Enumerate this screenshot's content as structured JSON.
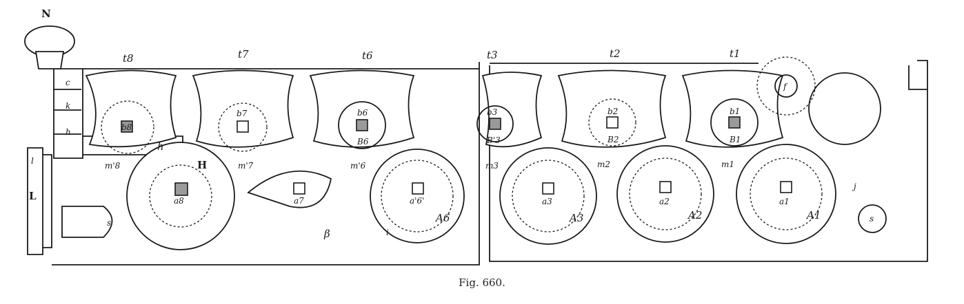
{
  "caption": "Fig. 660.",
  "labels": {
    "N": "N",
    "t8": "t8",
    "t7": "t7",
    "t6": "t6",
    "t3": "t3",
    "t2": "t2",
    "t1": "t1",
    "b8": "b8",
    "b7": "b7",
    "b6": "b6",
    "b3": "b3",
    "b2": "b2",
    "b1": "b1",
    "B6": "B6",
    "B3": "B'3",
    "B2": "B2",
    "B1": "B1",
    "m8": "m'8",
    "m7": "m'7",
    "m6": "m'6",
    "m3": "m3",
    "m2": "m2",
    "m1": "m1",
    "a8": "a8",
    "a7": "a7",
    "a6": "a'6'",
    "a3": "a3",
    "a2": "a2",
    "a1": "a1",
    "A6": "A6",
    "A3": "A3",
    "A2": "A2",
    "A1": "A1",
    "H": "H",
    "h_bar": "h",
    "h_left": "h",
    "k": "k",
    "l_small": "l",
    "L": "L",
    "beta": "β",
    "f": "f",
    "j": "j",
    "s_left": "s",
    "s_right": "s",
    "i": "i",
    "c": "c"
  }
}
